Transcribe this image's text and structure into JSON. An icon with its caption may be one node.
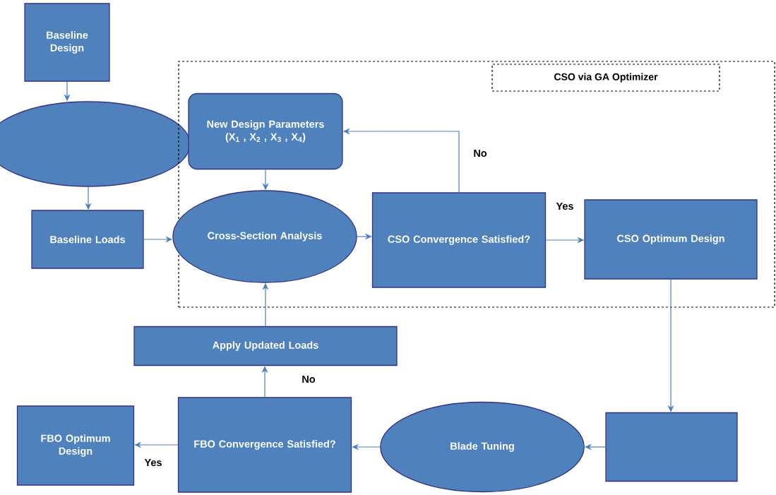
{
  "diagram": {
    "nodes": [
      {
        "text": [
          "Baseline Design"
        ]
      },
      {
        "text": [],
        "shape": "ellipse"
      },
      {
        "text": [
          "Baseline Loads"
        ]
      },
      {
        "text": [
          "CSO via GA Optimizer"
        ]
      },
      {
        "text": [
          "New Design Parameters (X$_{1}$ , X$_{2}$ , X$_{3}$ , X$_{4}$)"
        ],
        "in": 3
      },
      {
        "text": [
          "Cross-Section Analysis"
        ],
        "in": 3
      },
      {
        "text": [
          "CSO Convergence Satisfied?"
        ],
        "in": 3
      },
      {
        "text": [
          "CSO Optimum Design"
        ],
        "in": 3
      },
      {
        "text": [
          "Apply Updated Loads"
        ]
      },
      {
        "text": [
          "FBO Optimum Design"
        ]
      },
      {
        "text": [
          "FBO Convergence Satisfied?"
        ]
      },
      {
        "text": [
          "Blade Tuning"
        ]
      },
      {
        "text": [],
        "shape": "box"
      }
    ],
    "edges": [
      {
        "from": 0,
        "to": 1,
        "arrow": "to"
      },
      {
        "from": 1,
        "to": 2,
        "arrow": "to"
      },
      {
        "from": 2,
        "to": 5,
        "arrow": "to"
      },
      {
        "from": 4,
        "to": 5,
        "arrow": "to"
      },
      {
        "from": 5,
        "to": 6,
        "arrow": "to"
      },
      {
        "from": 6,
        "to": 4,
        "arrow": "to",
        "label": "No"
      },
      {
        "from": 6,
        "to": 7,
        "arrow": "to",
        "label": "Yes"
      },
      {
        "from": 7,
        "to": 12,
        "arrow": "to"
      },
      {
        "from": 12,
        "to": 11,
        "arrow": "to"
      },
      {
        "from": 11,
        "to": 10,
        "arrow": "to"
      },
      {
        "from": 10,
        "to": 9,
        "arrow": "to",
        "label": "Yes"
      },
      {
        "from": 10,
        "to": 8,
        "arrow": "to",
        "label": "No"
      },
      {
        "from": 8,
        "to": 5,
        "arrow": "to"
      }
    ]
  }
}
